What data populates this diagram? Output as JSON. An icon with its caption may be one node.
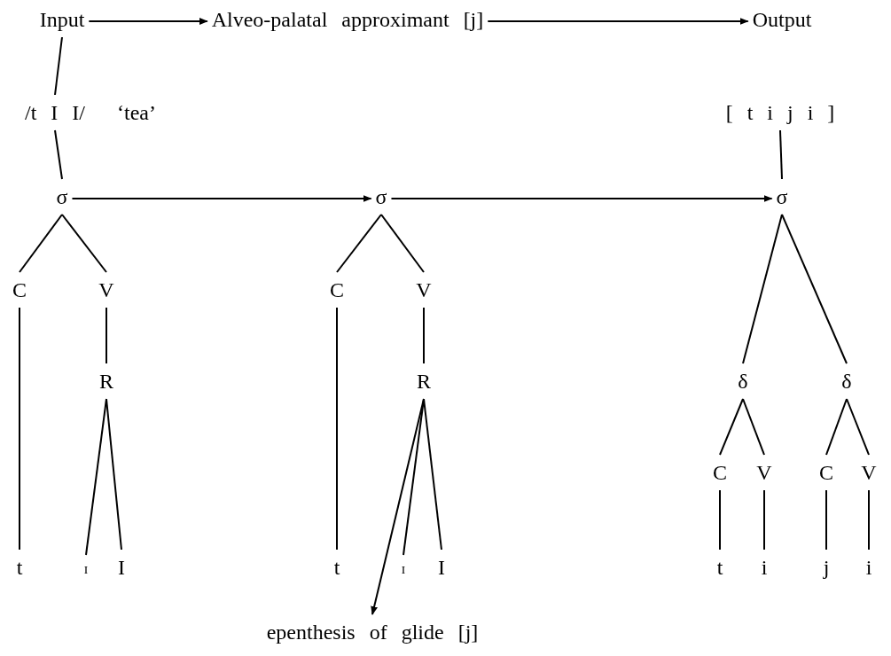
{
  "diagram": {
    "nodes": [
      {
        "text": [
          "Input"
        ]
      },
      {
        "text": [
          "Alveo-palatal approximant [j]"
        ]
      },
      {
        "text": [
          "Output"
        ]
      },
      {
        "text": [
          "/t I I/"
        ],
        "beside": [
          "‘tea’"
        ]
      },
      {
        "text": [
          "[ t i j i ]"
        ]
      },
      {
        "text": [
          "σ"
        ]
      },
      {
        "text": [
          "σ"
        ]
      },
      {
        "text": [
          "σ"
        ]
      },
      {
        "text": [
          "C"
        ]
      },
      {
        "text": [
          "V"
        ]
      },
      {
        "text": [
          "R"
        ]
      },
      {
        "text": [
          "t"
        ]
      },
      {
        "text": [
          "ɪ"
        ]
      },
      {
        "text": [
          "I"
        ]
      },
      {
        "text": [
          "C"
        ]
      },
      {
        "text": [
          "V"
        ]
      },
      {
        "text": [
          "R"
        ]
      },
      {
        "text": [
          "t"
        ]
      },
      {
        "text": [
          "ɪ"
        ]
      },
      {
        "text": [
          "I"
        ]
      },
      {
        "text": [
          "epenthesis of glide [j]"
        ]
      },
      {
        "text": [
          "δ"
        ]
      },
      {
        "text": [
          "δ"
        ]
      },
      {
        "text": [
          "C"
        ]
      },
      {
        "text": [
          "V"
        ]
      },
      {
        "text": [
          "C"
        ]
      },
      {
        "text": [
          "V"
        ]
      },
      {
        "text": [
          "t"
        ]
      },
      {
        "text": [
          "i"
        ]
      },
      {
        "text": [
          "j"
        ]
      },
      {
        "text": [
          "i"
        ]
      }
    ],
    "edges": [
      {
        "from": 0,
        "to": 1,
        "arrow": "to"
      },
      {
        "from": 1,
        "to": 2,
        "arrow": "to"
      },
      {
        "from": 0,
        "to": 3,
        "arrow": "none"
      },
      {
        "from": 3,
        "to": 5,
        "arrow": "none"
      },
      {
        "from": 5,
        "to": 6,
        "arrow": "to"
      },
      {
        "from": 6,
        "to": 7,
        "arrow": "to"
      },
      {
        "from": 5,
        "to": 8,
        "arrow": "none"
      },
      {
        "from": 5,
        "to": 9,
        "arrow": "none"
      },
      {
        "from": 9,
        "to": 10,
        "arrow": "none"
      },
      {
        "from": 8,
        "to": 11,
        "arrow": "none"
      },
      {
        "from": 10,
        "to": 12,
        "arrow": "none"
      },
      {
        "from": 10,
        "to": 13,
        "arrow": "none"
      },
      {
        "from": 6,
        "to": 14,
        "arrow": "none"
      },
      {
        "from": 6,
        "to": 15,
        "arrow": "none"
      },
      {
        "from": 15,
        "to": 16,
        "arrow": "none"
      },
      {
        "from": 14,
        "to": 17,
        "arrow": "none"
      },
      {
        "from": 16,
        "to": 18,
        "arrow": "none"
      },
      {
        "from": 16,
        "to": 19,
        "arrow": "none"
      },
      {
        "from": 16,
        "to": 20,
        "arrow": "to"
      },
      {
        "from": 4,
        "to": 7,
        "arrow": "none"
      },
      {
        "from": 7,
        "to": 21,
        "arrow": "none"
      },
      {
        "from": 7,
        "to": 22,
        "arrow": "none"
      },
      {
        "from": 21,
        "to": 23,
        "arrow": "none"
      },
      {
        "from": 21,
        "to": 24,
        "arrow": "none"
      },
      {
        "from": 22,
        "to": 25,
        "arrow": "none"
      },
      {
        "from": 22,
        "to": 26,
        "arrow": "none"
      },
      {
        "from": 23,
        "to": 27,
        "arrow": "none"
      },
      {
        "from": 24,
        "to": 28,
        "arrow": "none"
      },
      {
        "from": 25,
        "to": 29,
        "arrow": "none"
      },
      {
        "from": 26,
        "to": 30,
        "arrow": "none"
      }
    ]
  }
}
